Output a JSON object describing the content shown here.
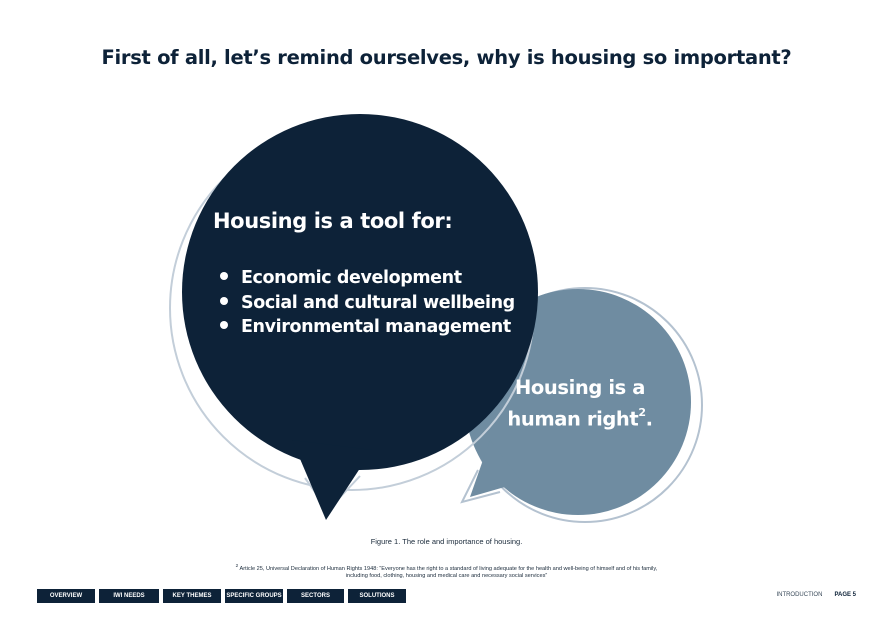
{
  "title": "First of all, let’s remind ourselves, why is housing so important?",
  "dark_bubble": {
    "heading": "Housing is a tool for:",
    "items": [
      "Economic development",
      "Social and cultural wellbeing",
      "Environmental management"
    ],
    "color": "#0d2238"
  },
  "light_bubble": {
    "line1": "Housing is a",
    "line2": "human right",
    "superscript": "2",
    "end": ".",
    "color": "#6f8ca1"
  },
  "caption": "Figure 1. The role and importance of housing.",
  "footnote": {
    "marker": "2",
    "line1": "Article 25, Universal Declaration of Human Rights 1948: “Everyone has the right to a standard of living adequate for the health and well-being of himself and of his family,",
    "line2": "including food, clothing, housing and medical care and necessary social services”"
  },
  "nav": {
    "tabs": [
      "OVERVIEW",
      "IWI NEEDS",
      "KEY THEMES",
      "SPECIFIC GROUPS",
      "SECTORS",
      "SOLUTIONS"
    ]
  },
  "footer": {
    "section": "INTRODUCTION",
    "page": "PAGE 5"
  }
}
